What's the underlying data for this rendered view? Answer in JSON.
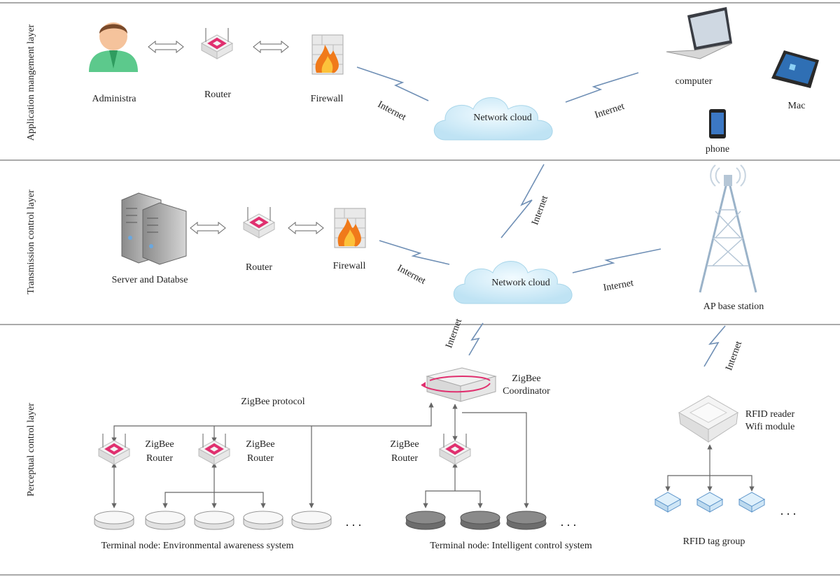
{
  "layers": {
    "application": "Application mangement layer",
    "transmission": "Transmission control layer",
    "perceptual": "Perceptual control layer"
  },
  "application_layer": {
    "admin": "Administra",
    "router": "Router",
    "firewall": "Firewall",
    "cloud": "Network cloud",
    "computer": "computer",
    "mac": "Mac",
    "phone": "phone"
  },
  "transmission_layer": {
    "server": "Server and Databse",
    "router": "Router",
    "firewall": "Firewall",
    "cloud": "Network cloud",
    "ap": "AP base station"
  },
  "perceptual_layer": {
    "coordinator_line1": "ZigBee",
    "coordinator_line2": "Coordinator",
    "protocol": "ZigBee protocol",
    "zb_router_line1": "ZigBee",
    "zb_router_line2": "Router",
    "rfid_line1": "RFID reader",
    "rfid_line2": "Wifi module",
    "terminal_env": "Terminal node: Environmental awareness system",
    "terminal_intel": "Terminal node: Intelligent control system",
    "rfid_group": "RFID tag group",
    "ellipsis": ". . ."
  },
  "link_label": "Internet",
  "colors": {
    "divider": "#777777",
    "link": "#6f8fb5",
    "cloud": "#cfeaf7",
    "router_pink": "#e0306f",
    "fire": "#f07a1a",
    "person_shirt": "#5cc98c"
  }
}
